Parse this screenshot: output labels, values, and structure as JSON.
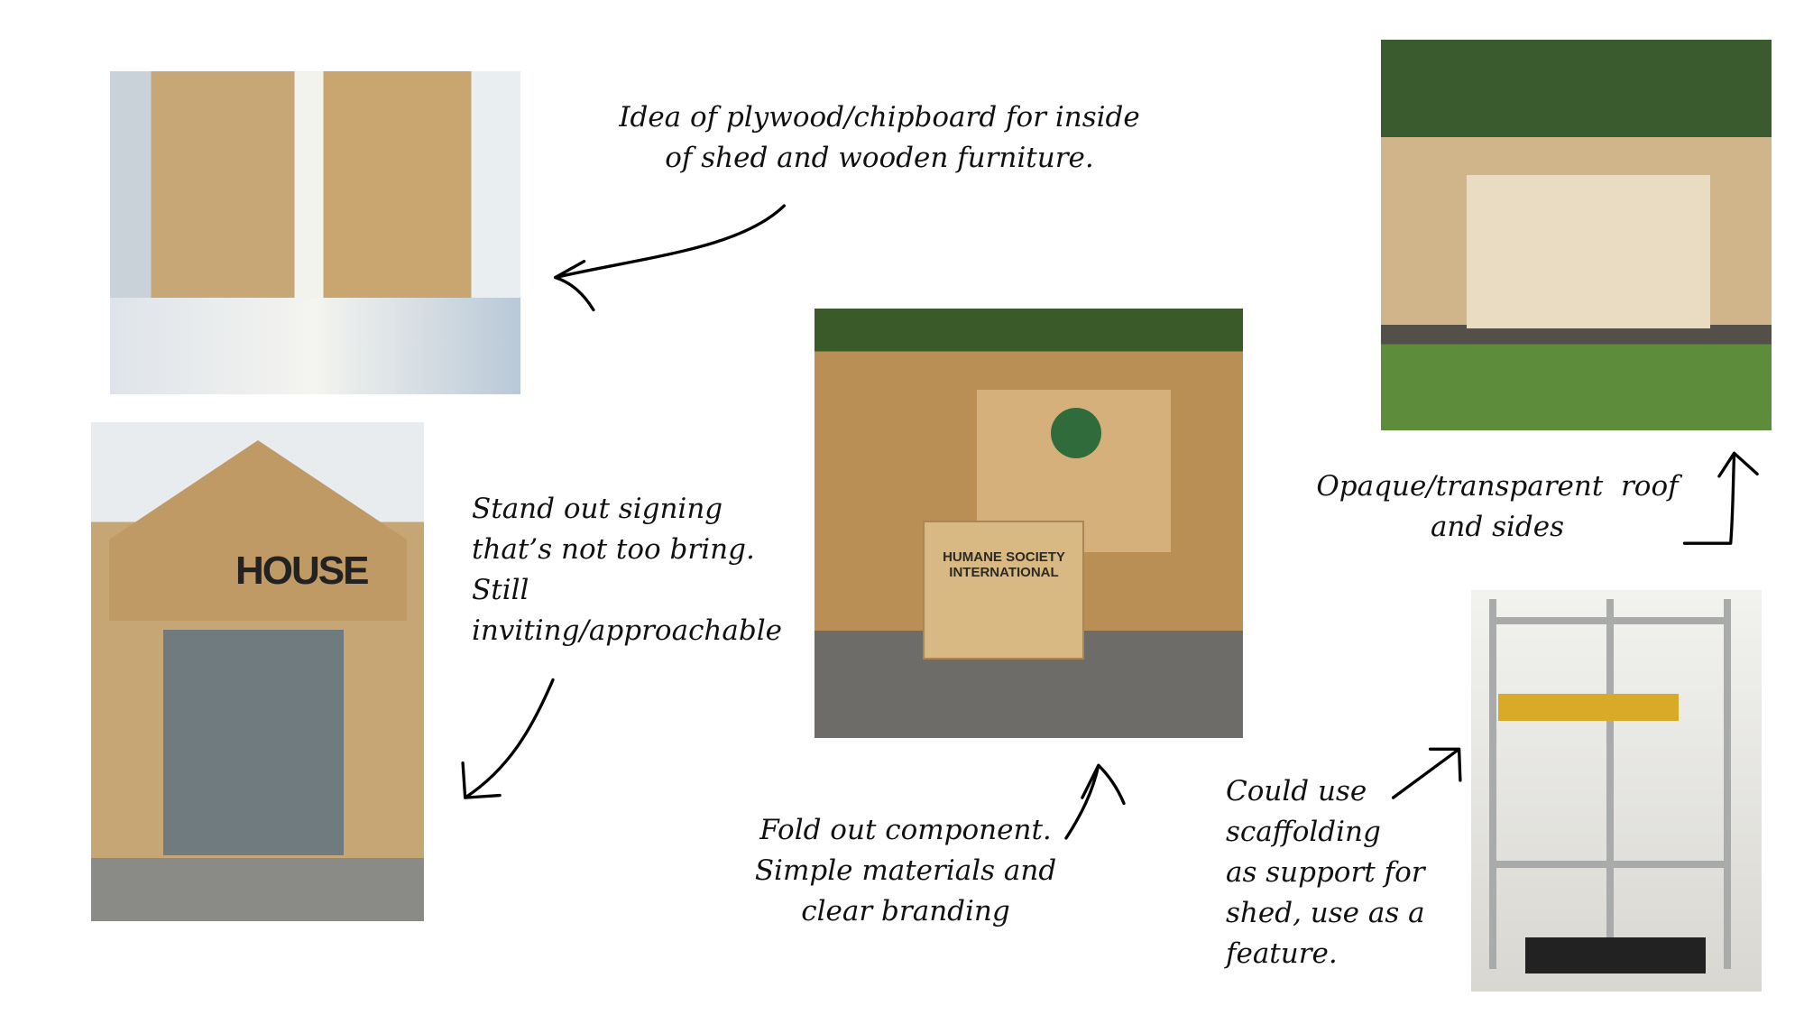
{
  "notes": {
    "plywood": "Idea of plywood/chipboard for inside\nof shed and wooden furniture.",
    "signing": "Stand out signing\nthat’s not too bring.\nStill\ninviting/approachable",
    "fold_out": "Fold out component.\nSimple materials and\nclear branding",
    "roof": "Opaque/transparent  roof\nand sides",
    "scaffolding": "Could use\nscaffolding\nas support for\nshed, use as a\nfeature."
  },
  "images": {
    "airbnb_sign": "HOUSE",
    "humane_desk": "HUMANE SOCIETY\nINTERNATIONAL"
  }
}
